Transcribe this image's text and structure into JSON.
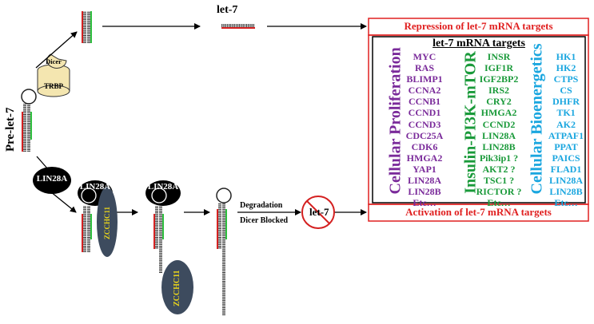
{
  "labels": {
    "let7_top": "let-7",
    "pre_let7": "Pre-let-7",
    "dicer": "Dicer",
    "trbp": "TRBP",
    "lin28a_1": "LIN28A",
    "lin28a_2": "LIN28A",
    "lin28a_3": "LIN28A",
    "zcchc11_1": "ZCCHC11",
    "zcchc11_2": "ZCCHC11",
    "degradation": "Degradation",
    "dicer_blocked": "Dicer Blocked",
    "let7_blocked": "let-7"
  },
  "boxes": {
    "repression": "Repression of let-7 mRNA targets",
    "activation": "Activation of let-7 mRNA targets",
    "targets_title": "let-7 mRNA targets"
  },
  "columns": [
    {
      "heading": "Cellular Proliferation",
      "color": "#7a2a9a",
      "genes": [
        "MYC",
        "RAS",
        "BLIMP1",
        "CCNA2",
        "CCNB1",
        "CCND1",
        "CCND3",
        "CDC25A",
        "CDK6",
        "HMGA2",
        "YAP1",
        "LIN28A",
        "LIN28B",
        "Etc…"
      ]
    },
    {
      "heading": "Insulin-PI3K-mTOR",
      "color": "#1a9a3a",
      "genes": [
        "INSR",
        "IGF1R",
        "IGF2BP2",
        "IRS2",
        "CRY2",
        "HMGA2",
        "CCND2",
        "LIN28A",
        "LIN28B",
        "Pik3ip1 ?",
        "AKT2 ?",
        "TSC1 ?",
        "RICTOR ?",
        "Etc…"
      ]
    },
    {
      "heading": "Cellular Bioenergetics",
      "color": "#1aa6df",
      "genes": [
        "HK1",
        "HK2",
        "CTPS",
        "CS",
        "DHFR",
        "TK1",
        "AK2",
        "ATPAF1",
        "PPAT",
        "PAICS",
        "FLAD1",
        "LIN28A",
        "LIN28B",
        "Etc…"
      ]
    }
  ]
}
